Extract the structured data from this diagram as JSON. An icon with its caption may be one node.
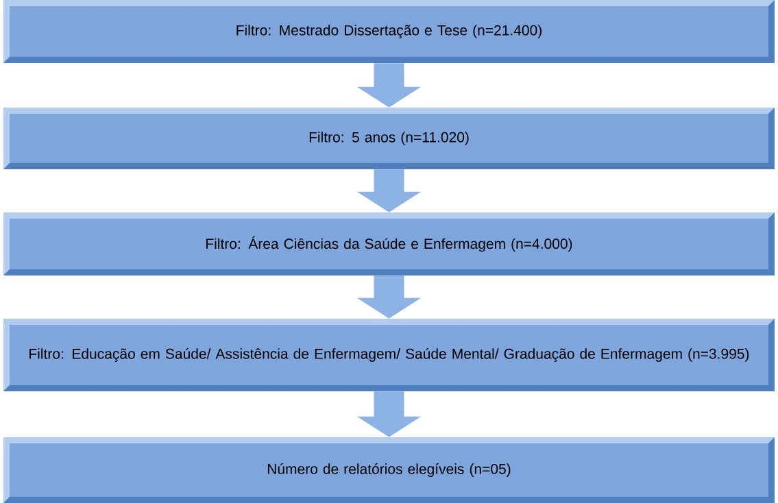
{
  "diagram": {
    "nodes": [
      {
        "text": [
          "Filtro: Mestrado Dissertação e Tese (n=21.400)"
        ]
      },
      {
        "text": [
          "Filtro: 5 anos (n=11.020)"
        ]
      },
      {
        "text": [
          "Filtro: Área Ciências da Saúde e Enfermagem (n=4.000)"
        ]
      },
      {
        "text": [
          "Filtro: Educação em Saúde/ Assistência de Enfermagem/ Saúde Mental/ Graduação de Enfermagem (n=3.995)"
        ]
      },
      {
        "text": [
          "Número de relatórios elegíveis (n=05)"
        ]
      }
    ],
    "edges": [
      {
        "from": 0,
        "to": 1,
        "arrow": "to"
      },
      {
        "from": 1,
        "to": 2,
        "arrow": "to"
      },
      {
        "from": 2,
        "to": 3,
        "arrow": "to"
      },
      {
        "from": 3,
        "to": 4,
        "arrow": "to"
      }
    ]
  }
}
